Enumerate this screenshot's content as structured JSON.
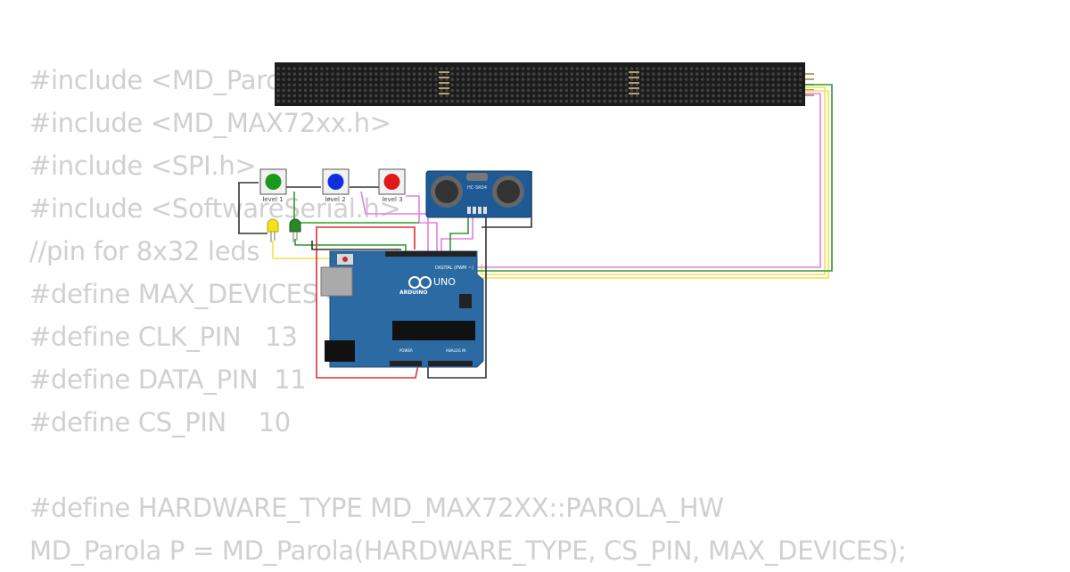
{
  "code_lines": [
    "#include <MD_Parola.h>",
    "#include <MD_MAX72xx.h>",
    "#include <SPI.h>",
    "#include <SoftwareSerial.h>",
    "//pin for 8x32 leds",
    "#define MAX_DEVICES 4",
    "#define CLK_PIN   13",
    "#define DATA_PIN  11",
    "#define CS_PIN    10",
    "",
    "#define HARDWARE_TYPE MD_MAX72XX::PAROLA_HW",
    "MD_Parola P = MD_Parola(HARDWARE_TYPE, CS_PIN, MAX_DEVICES);"
  ],
  "buttons": [
    {
      "label": "level 1",
      "color": "#1a9a1a"
    },
    {
      "label": "level 2",
      "color": "#1030e0"
    },
    {
      "label": "level 3",
      "color": "#e01818"
    }
  ],
  "sensor": {
    "label": "HC-SR04"
  },
  "leds": [
    {
      "color": "#f2e21a"
    },
    {
      "color": "#2a8a2a"
    }
  ],
  "arduino": {
    "logo": "UNO",
    "brand": "ARDUINO",
    "digital_label": "DIGITAL (PWM ~)",
    "power_label": "POWER",
    "analog_label": "ANALOG IN"
  },
  "colors": {
    "matrix": "#1c1c1c",
    "board": "#2b6aa3",
    "wire_yellow": "#f0e050",
    "wire_green": "#2f9a2f",
    "wire_pink": "#e080e0",
    "wire_red": "#e03030",
    "wire_black": "#333333"
  }
}
